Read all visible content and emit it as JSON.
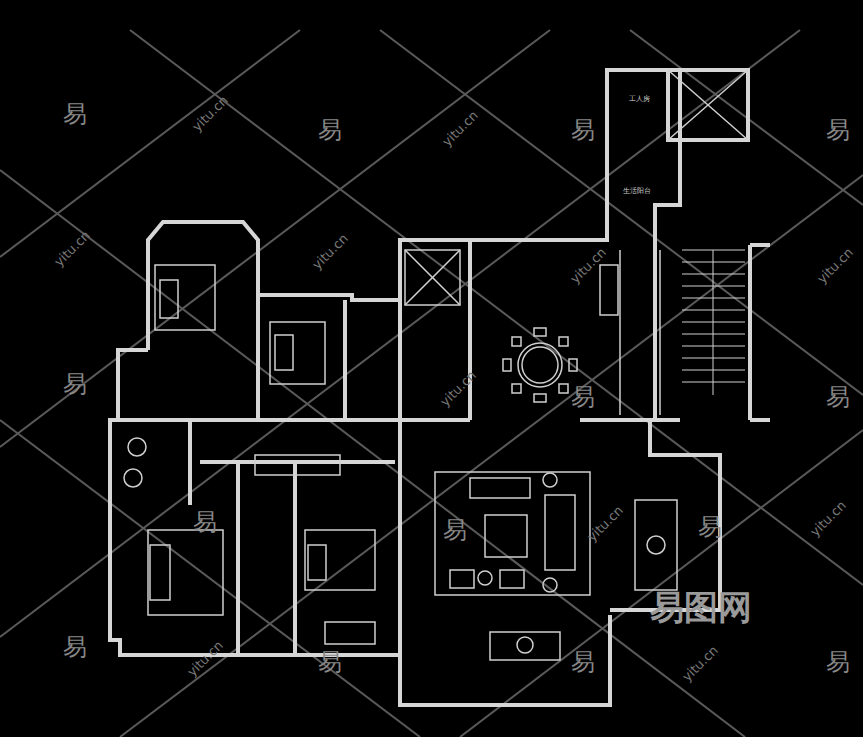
{
  "diagram": {
    "labels": [
      "工人房",
      "生活阳台",
      "易",
      "易",
      "易",
      "易",
      "易",
      "易",
      "易",
      "易",
      "易",
      "易",
      "易",
      "易",
      "易",
      "易",
      "yitu.cn",
      "yitu.cn",
      "yitu.cn",
      "yitu.cn",
      "yitu.cn",
      "yitu.cn",
      "yitu.cn",
      "yitu.cn",
      "yitu.cn",
      "yitu.cn",
      "yitu.cn",
      "易图网"
    ]
  }
}
